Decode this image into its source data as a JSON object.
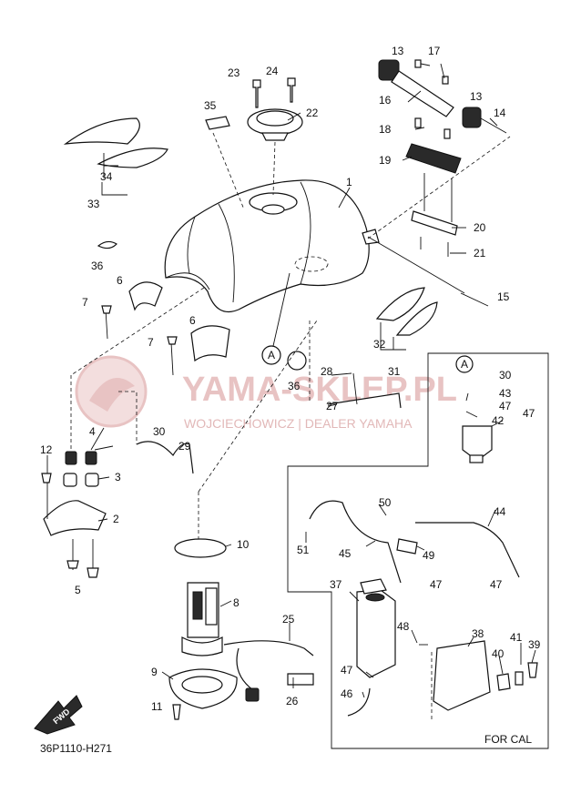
{
  "diagram": {
    "code": "36P1110-H271",
    "box_label": "FOR CAL",
    "fwd_label": "FWD",
    "ref_a": "A",
    "watermark_title": "YAMA-SKLEP.PL",
    "watermark_sub": "WOJCIECHOWICZ | DEALER YAMAHA",
    "callouts": [
      "1",
      "2",
      "3",
      "4",
      "5",
      "6",
      "6",
      "7",
      "7",
      "8",
      "9",
      "10",
      "11",
      "12",
      "13",
      "13",
      "14",
      "15",
      "16",
      "17",
      "18",
      "19",
      "20",
      "21",
      "22",
      "23",
      "24",
      "25",
      "26",
      "27",
      "28",
      "29",
      "30",
      "30",
      "31",
      "32",
      "33",
      "34",
      "35",
      "36",
      "36",
      "37",
      "38",
      "39",
      "40",
      "41",
      "42",
      "43",
      "44",
      "45",
      "46",
      "47",
      "47",
      "47",
      "47",
      "47",
      "48",
      "49",
      "50",
      "51"
    ]
  },
  "colors": {
    "line": "#111111",
    "watermark": "#e8c3c3"
  }
}
